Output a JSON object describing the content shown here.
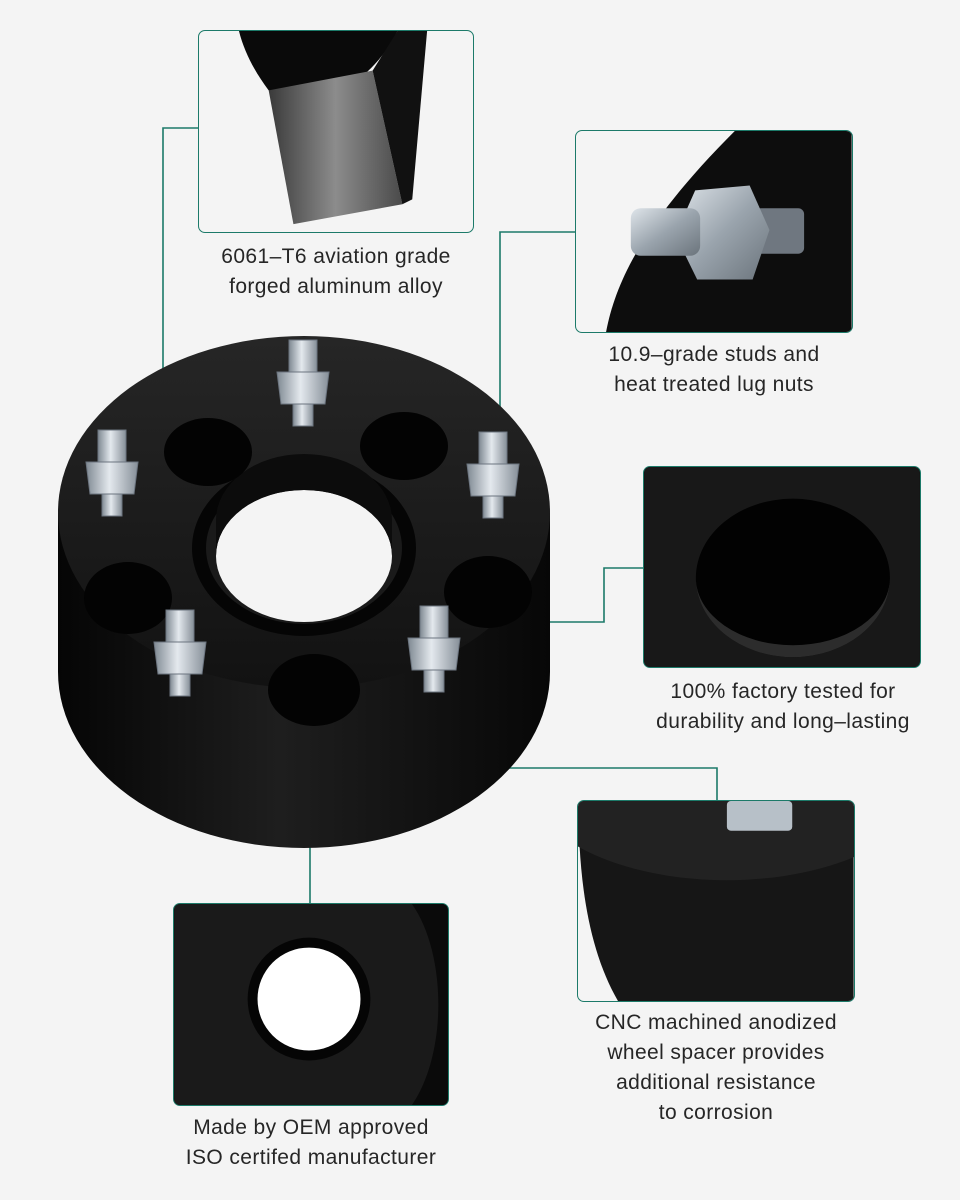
{
  "callouts": [
    {
      "id": "alloy",
      "lines": [
        "6061–T6 aviation grade",
        "forged aluminum alloy"
      ]
    },
    {
      "id": "studs",
      "lines": [
        "10.9–grade studs and",
        "heat treated lug nuts"
      ]
    },
    {
      "id": "tested",
      "lines": [
        "100% factory tested for",
        "durability and long–lasting"
      ]
    },
    {
      "id": "cnc",
      "lines": [
        "CNC machined anodized",
        "wheel spacer provides",
        "additional resistance",
        "to corrosion"
      ]
    },
    {
      "id": "oem",
      "lines": [
        "Made by OEM approved",
        "ISO certifed manufacturer"
      ]
    }
  ],
  "colors": {
    "accent_line": "#1c7a69",
    "background": "#f4f4f4",
    "anodized_black": "#111111",
    "steel": "#b9c2cb"
  }
}
